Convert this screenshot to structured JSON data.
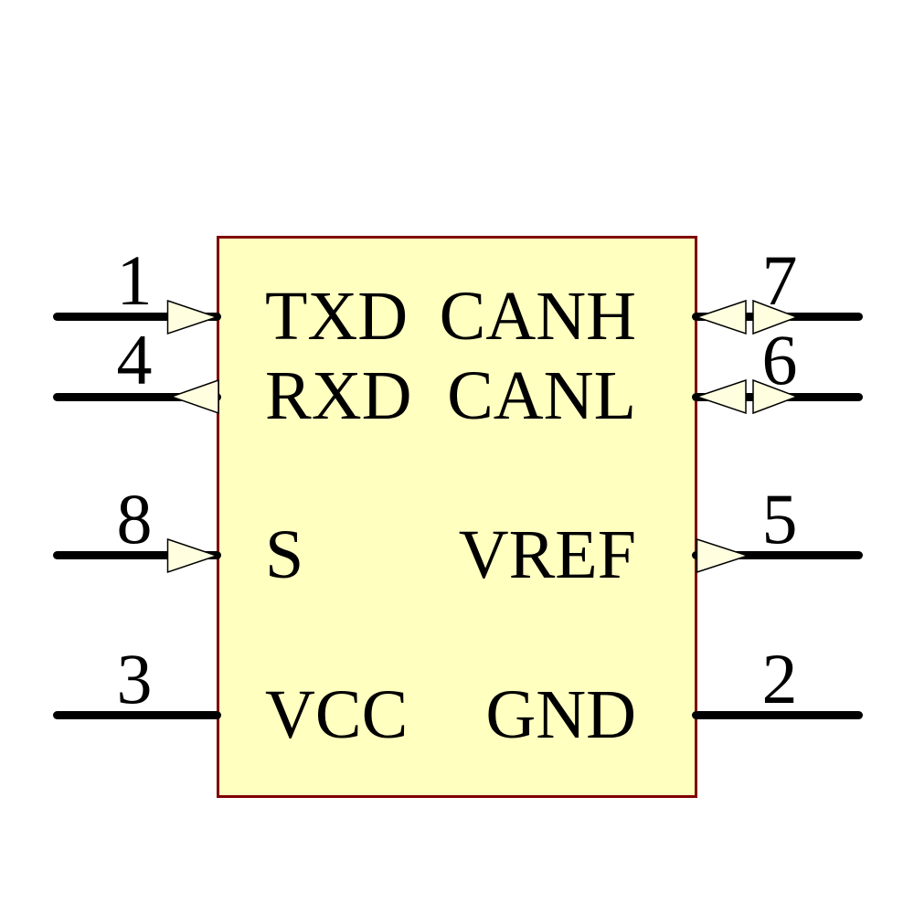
{
  "symbol": {
    "colors": {
      "body_fill": "#FFFFC0",
      "body_border": "#800000",
      "pin_line": "#000000",
      "arrow_fill": "#FFFFE0",
      "arrow_outline": "#000000",
      "text": "#000000"
    },
    "pins_left": [
      {
        "number": "1",
        "label": "TXD",
        "arrow": "input"
      },
      {
        "number": "4",
        "label": "RXD",
        "arrow": "output"
      },
      {
        "number": "8",
        "label": "S",
        "arrow": "input"
      },
      {
        "number": "3",
        "label": "VCC",
        "arrow": "none"
      }
    ],
    "pins_right": [
      {
        "number": "7",
        "label": "CANH",
        "arrow": "bidirectional"
      },
      {
        "number": "6",
        "label": "CANL",
        "arrow": "bidirectional"
      },
      {
        "number": "5",
        "label": "VREF",
        "arrow": "output"
      },
      {
        "number": "2",
        "label": "GND",
        "arrow": "none"
      }
    ]
  }
}
